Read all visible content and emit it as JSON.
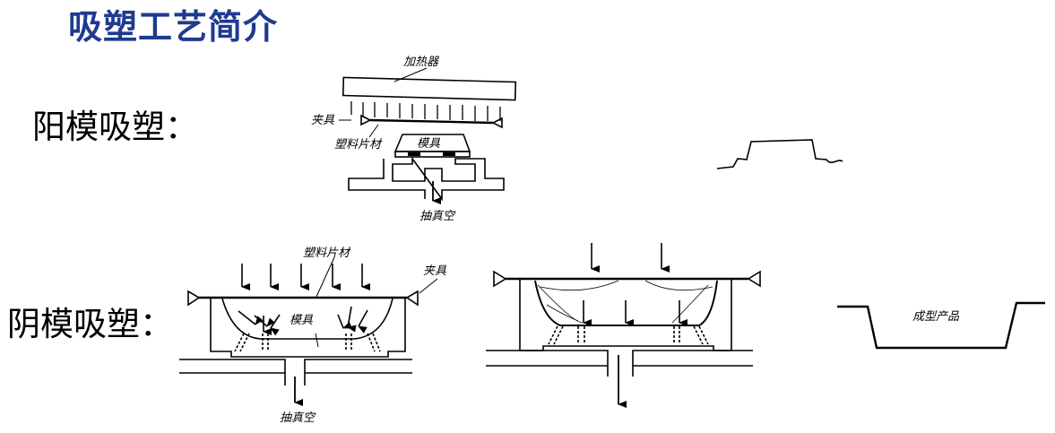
{
  "title": "吸塑工艺简介",
  "sections": {
    "positive": "阳模吸塑：",
    "negative": "阴模吸塑："
  },
  "labels": {
    "heater": "加热器",
    "clamp": "夹具",
    "sheet": "塑料片材",
    "mold": "模具",
    "vacuum": "抽真空",
    "product": "成型产品"
  },
  "colors": {
    "title": "#1f3a8f",
    "line": "#000000"
  }
}
